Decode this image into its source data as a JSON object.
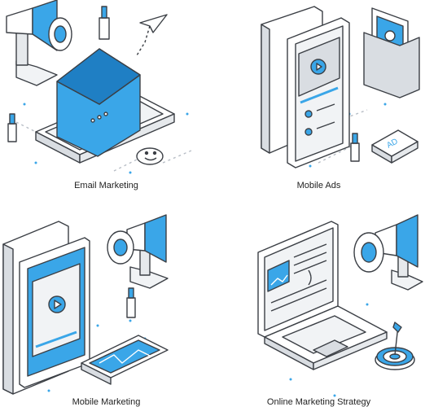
{
  "colors": {
    "accent": "#3aa6e8",
    "accent_dark": "#1f7fc4",
    "outline": "#3b3f45",
    "grey": "#d9dde2",
    "light": "#f1f3f5"
  },
  "tiles": [
    {
      "caption": "Email Marketing",
      "icons": [
        "megaphone-icon",
        "paper-plane-icon",
        "envelope-icon",
        "smartphone-icon",
        "smiley-icon"
      ]
    },
    {
      "caption": "Mobile Ads",
      "icons": [
        "smartphone-icon",
        "play-icon",
        "film-strip-icon",
        "ad-badge-icon"
      ]
    },
    {
      "caption": "Mobile  Marketing",
      "icons": [
        "smartphone-icon",
        "play-icon",
        "megaphone-icon",
        "image-card-icon"
      ]
    },
    {
      "caption": "Online Marketing Strategy",
      "icons": [
        "laptop-icon",
        "image-icon",
        "megaphone-icon",
        "target-icon"
      ]
    }
  ]
}
